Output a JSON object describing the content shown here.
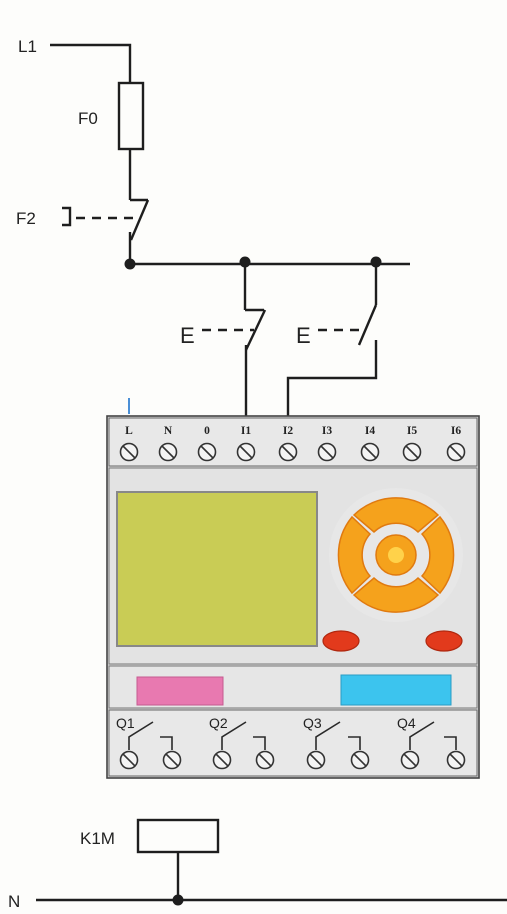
{
  "labels": {
    "line": "L1",
    "fuse": "F0",
    "overload": "F2",
    "neutral": "N",
    "coil": "K1M",
    "button_1": "E",
    "button_2": "E"
  },
  "plc": {
    "input_terminals": [
      "L",
      "N",
      "0",
      "I1",
      "I2",
      "I3",
      "I4",
      "I5",
      "I6"
    ],
    "output_labels": [
      "Q1",
      "Q2",
      "Q3",
      "Q4"
    ],
    "colors": {
      "body": "#e3e3e3",
      "display": "#c9cc55",
      "keypad": "#f5a21c",
      "button_red": "#e23a1c",
      "label_pink": "#e879b0",
      "label_blue": "#3cc4ee"
    }
  }
}
